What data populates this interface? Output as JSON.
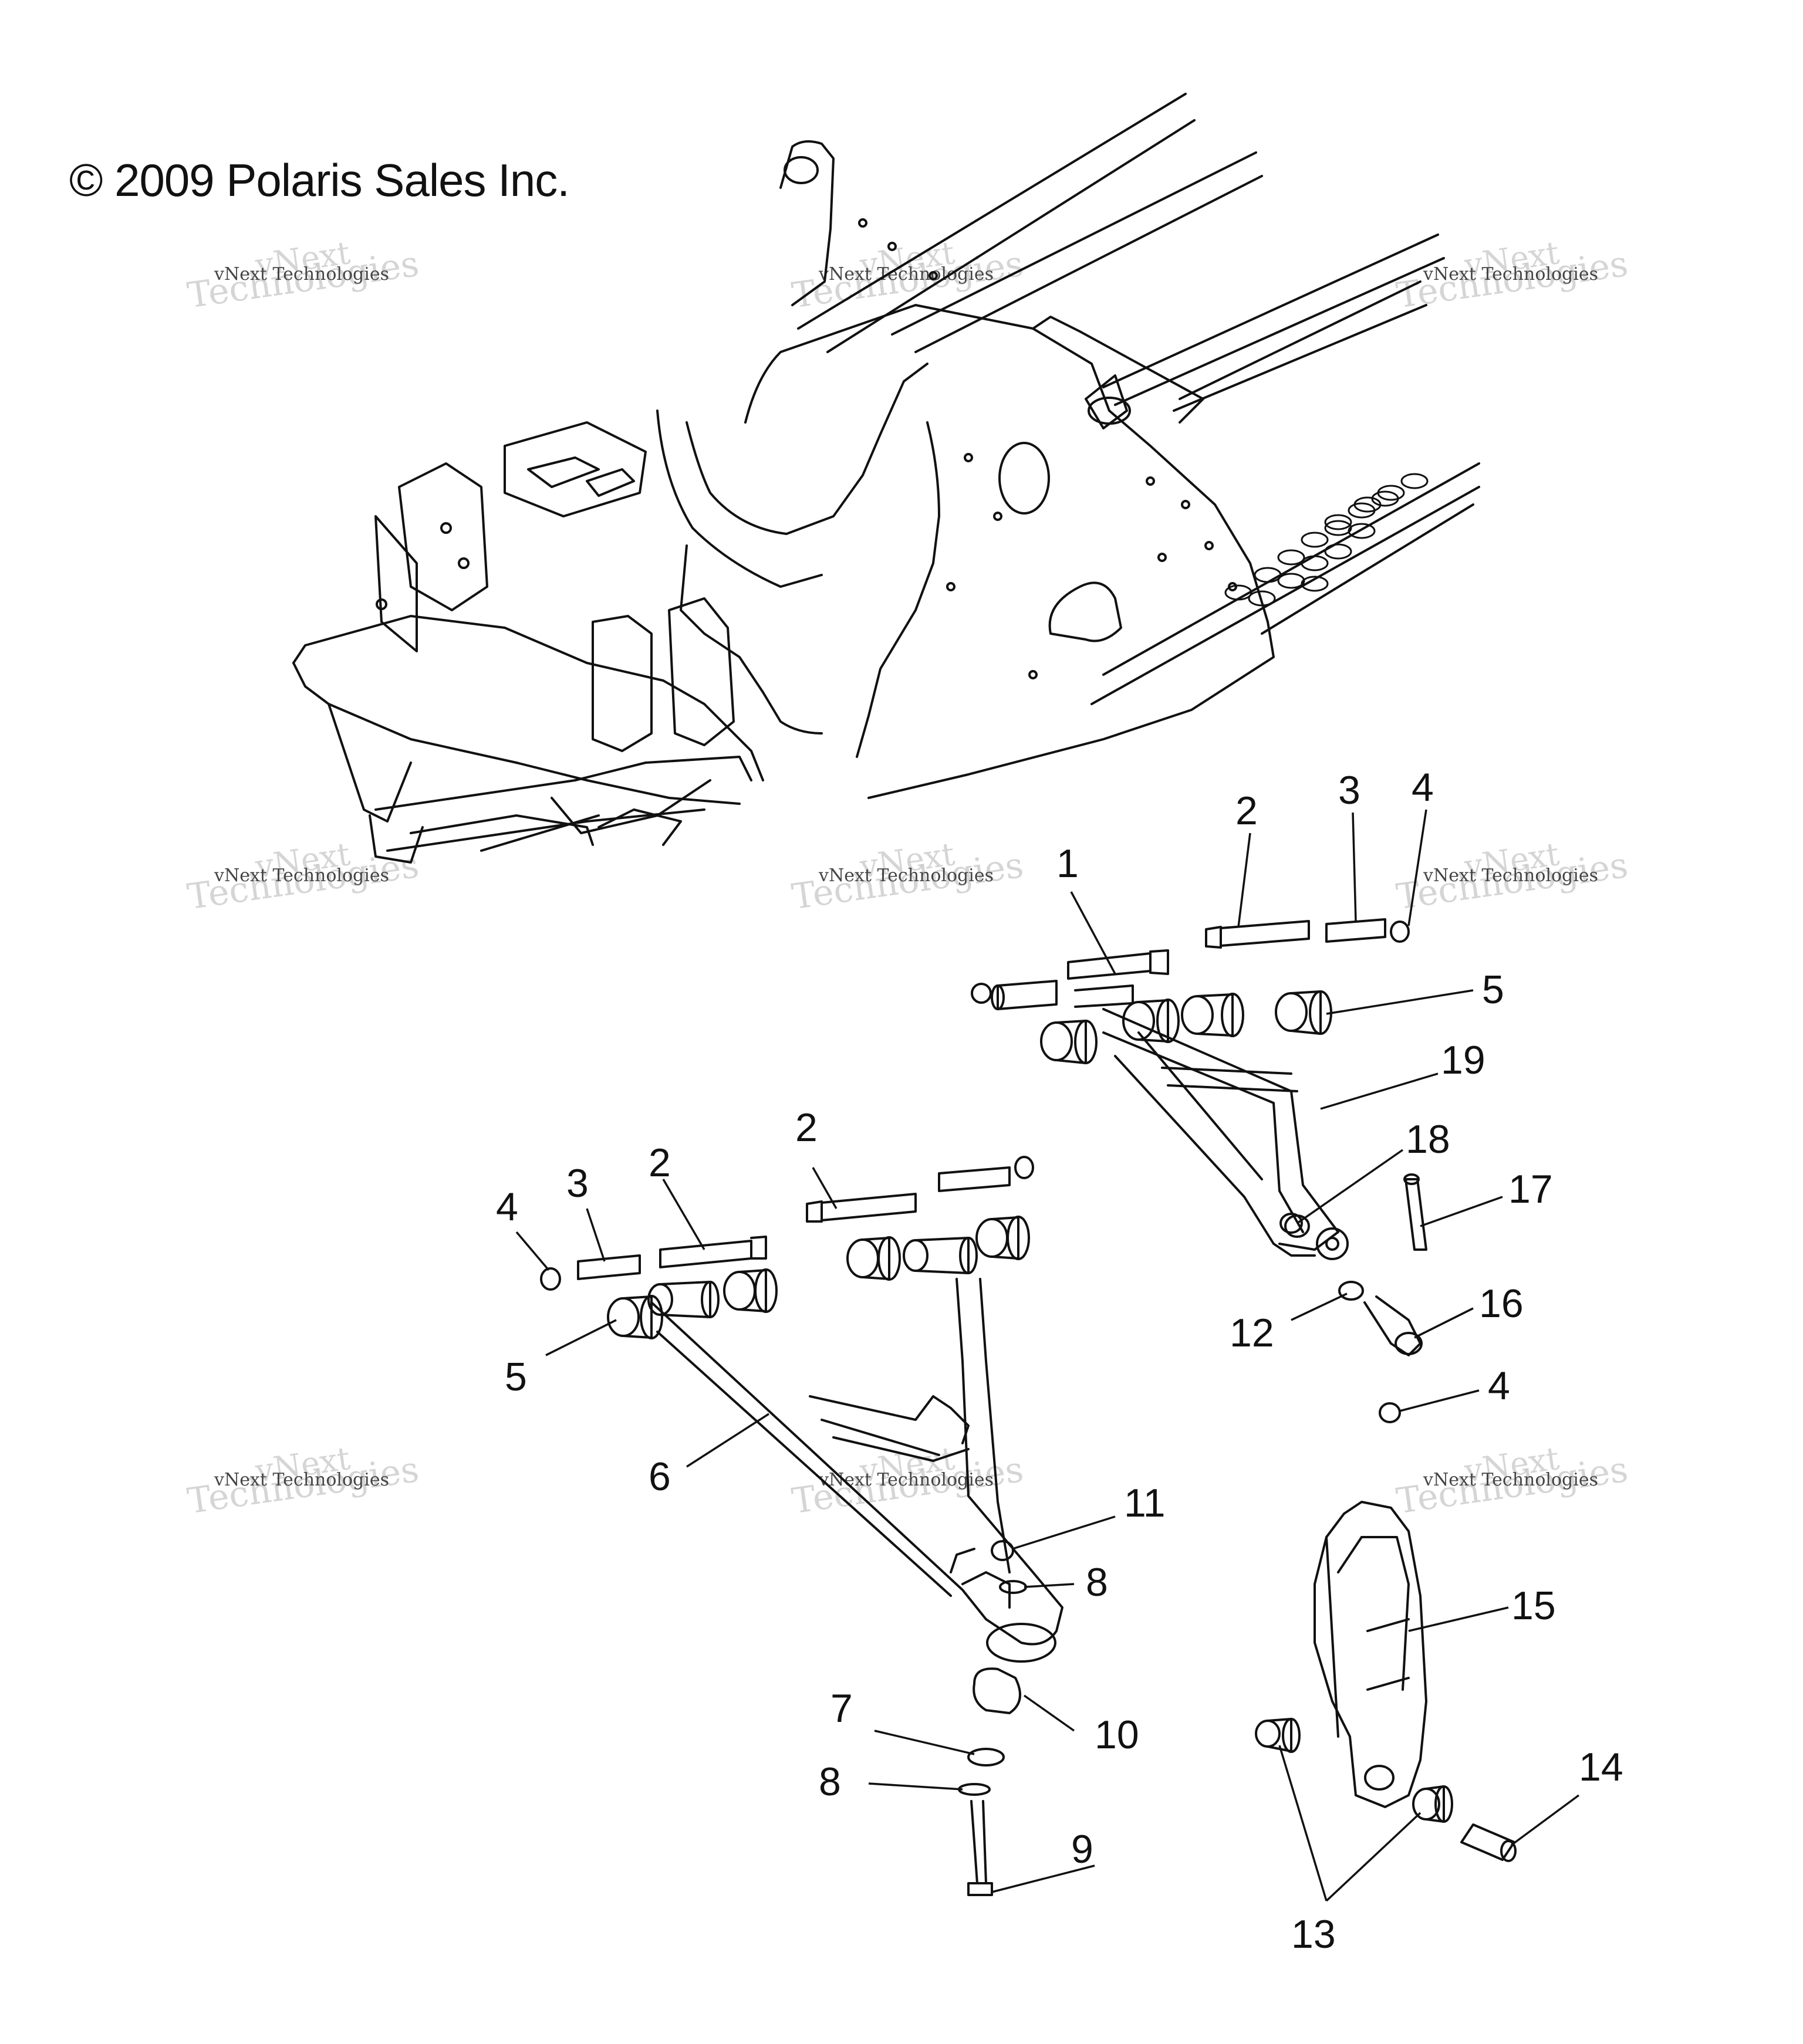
{
  "copyright": "© 2009 Polaris Sales Inc.",
  "watermark": {
    "small": "vNext Technologies",
    "large": "Technologies",
    "top": "vNext"
  },
  "callouts": {
    "c1": "1",
    "c2a": "2",
    "c2b": "2",
    "c2c": "2",
    "c3a": "3",
    "c3b": "3",
    "c4a": "4",
    "c4b": "4",
    "c4c": "4",
    "c5a": "5",
    "c5b": "5",
    "c6": "6",
    "c7": "7",
    "c8a": "8",
    "c8b": "8",
    "c9": "9",
    "c10": "10",
    "c11": "11",
    "c12": "12",
    "c13": "13",
    "c14": "14",
    "c15": "15",
    "c16": "16",
    "c17": "17",
    "c18": "18",
    "c19": "19"
  }
}
